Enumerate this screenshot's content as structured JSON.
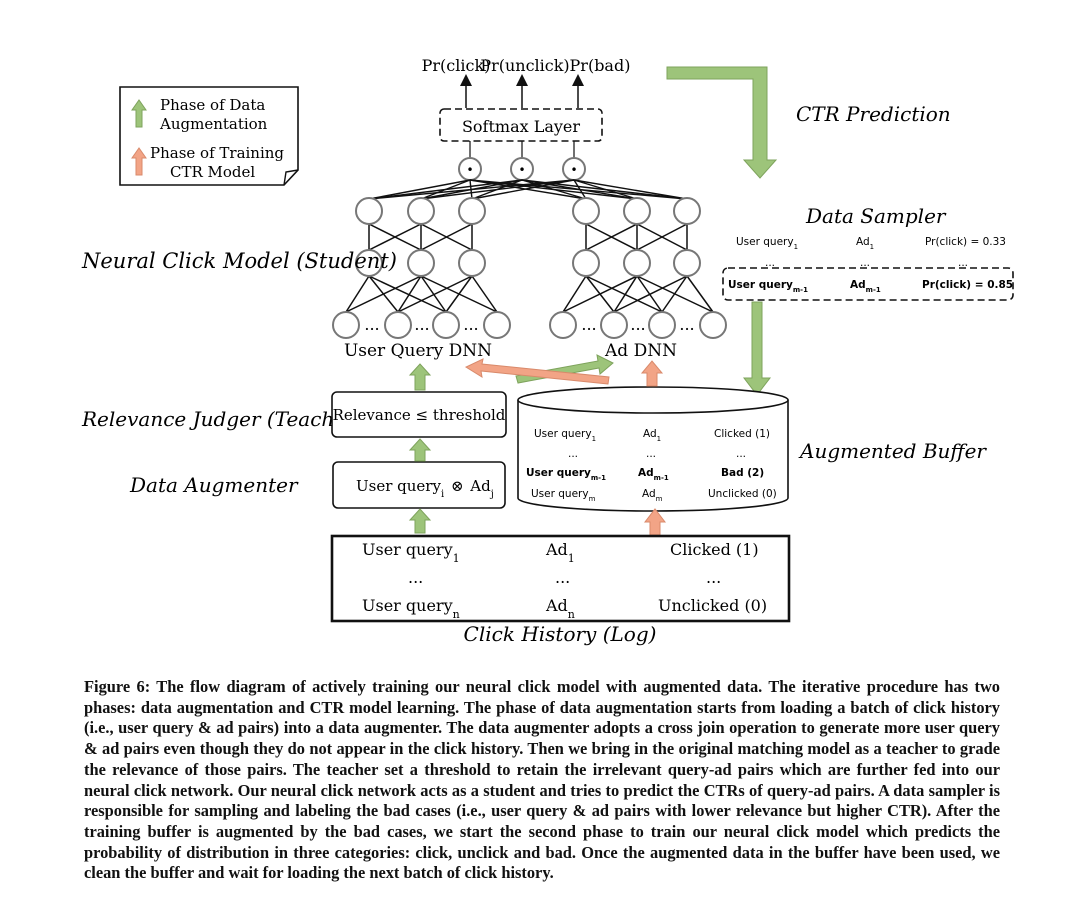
{
  "legend": {
    "data_aug_line1": "Phase of Data",
    "data_aug_line2": "Augmentation",
    "train_line1": "Phase of Training",
    "train_line2": "CTR Model"
  },
  "outputs": [
    "Pr(click)",
    "Pr(unclick)",
    "Pr(bad)"
  ],
  "softmax_label": "Softmax Layer",
  "dot_symbol": "•",
  "labels": {
    "ctr_prediction": "CTR Prediction",
    "data_sampler": "Data Sampler",
    "neural_click_model": "Neural Click Model (Student)",
    "relevance_judger": "Relevance Judger (Teacher)",
    "data_augmenter": "Data Augmenter",
    "augmented_buffer": "Augmented Buffer",
    "click_history": "Click History (Log)",
    "user_query_dnn": "User Query DNN",
    "ad_dnn": "Ad DNN"
  },
  "ellipsis": "...",
  "sampler": {
    "row1": {
      "q": "User query",
      "q_sub": "1",
      "ad": "Ad",
      "ad_sub": "1",
      "pr": "Pr(click) = 0.33"
    },
    "row3": {
      "q": "User query",
      "q_sub": "m-1",
      "ad": "Ad",
      "ad_sub": "m-1",
      "pr": "Pr(click) = 0.85"
    }
  },
  "relevance_box": "Relevance ≤ threshold",
  "augmenter_box": {
    "q": "User query",
    "q_sub": "i",
    "op": "⊗",
    "ad": "Ad",
    "ad_sub": "j"
  },
  "buffer": {
    "row1": {
      "q": "User query",
      "q_sub": "1",
      "ad": "Ad",
      "ad_sub": "1",
      "label": "Clicked (1)"
    },
    "row3": {
      "q": "User query",
      "q_sub": "m-1",
      "ad": "Ad",
      "ad_sub": "m-1",
      "label": "Bad (2)"
    },
    "row4": {
      "q": "User query",
      "q_sub": "m",
      "ad": "Ad",
      "ad_sub": "m",
      "label": "Unclicked (0)"
    }
  },
  "history": {
    "row1": {
      "q": "User query",
      "q_sub": "1",
      "ad": "Ad",
      "ad_sub": "1",
      "label": "Clicked (1)"
    },
    "row3": {
      "q": "User query",
      "q_sub": "n",
      "ad": "Ad",
      "ad_sub": "n",
      "label": "Unclicked (0)"
    }
  },
  "colors": {
    "green_arrow": "#9dc47a",
    "green_arrow_stroke": "#7ea35c",
    "orange_arrow": "#f2a486",
    "orange_arrow_stroke": "#d98a6b"
  },
  "caption": "Figure 6: The flow diagram of actively training our neural click model with augmented data. The iterative procedure has two phases: data augmentation and CTR model learning. The phase of data augmentation starts from loading a batch of click history (i.e., user query & ad pairs) into a data augmenter. The data augmenter adopts a cross join operation to generate more user query & ad pairs even though they do not appear in the click history. Then we bring in the original matching model as a teacher to grade the relevance of those pairs. The teacher set a threshold to retain the irrelevant query-ad pairs which are further fed into our neural click network. Our neural click network acts as a student and tries to predict the CTRs of query-ad pairs. A data sampler is responsible for sampling and labeling the bad cases (i.e., user query & ad pairs with lower relevance but higher CTR). After the training buffer is augmented by the bad cases, we start the second phase to train our neural click model which predicts the probability of distribution in three categories: click, unclick and bad. Once the augmented data in the buffer have been used, we clean the buffer and wait for loading the next batch of click history."
}
